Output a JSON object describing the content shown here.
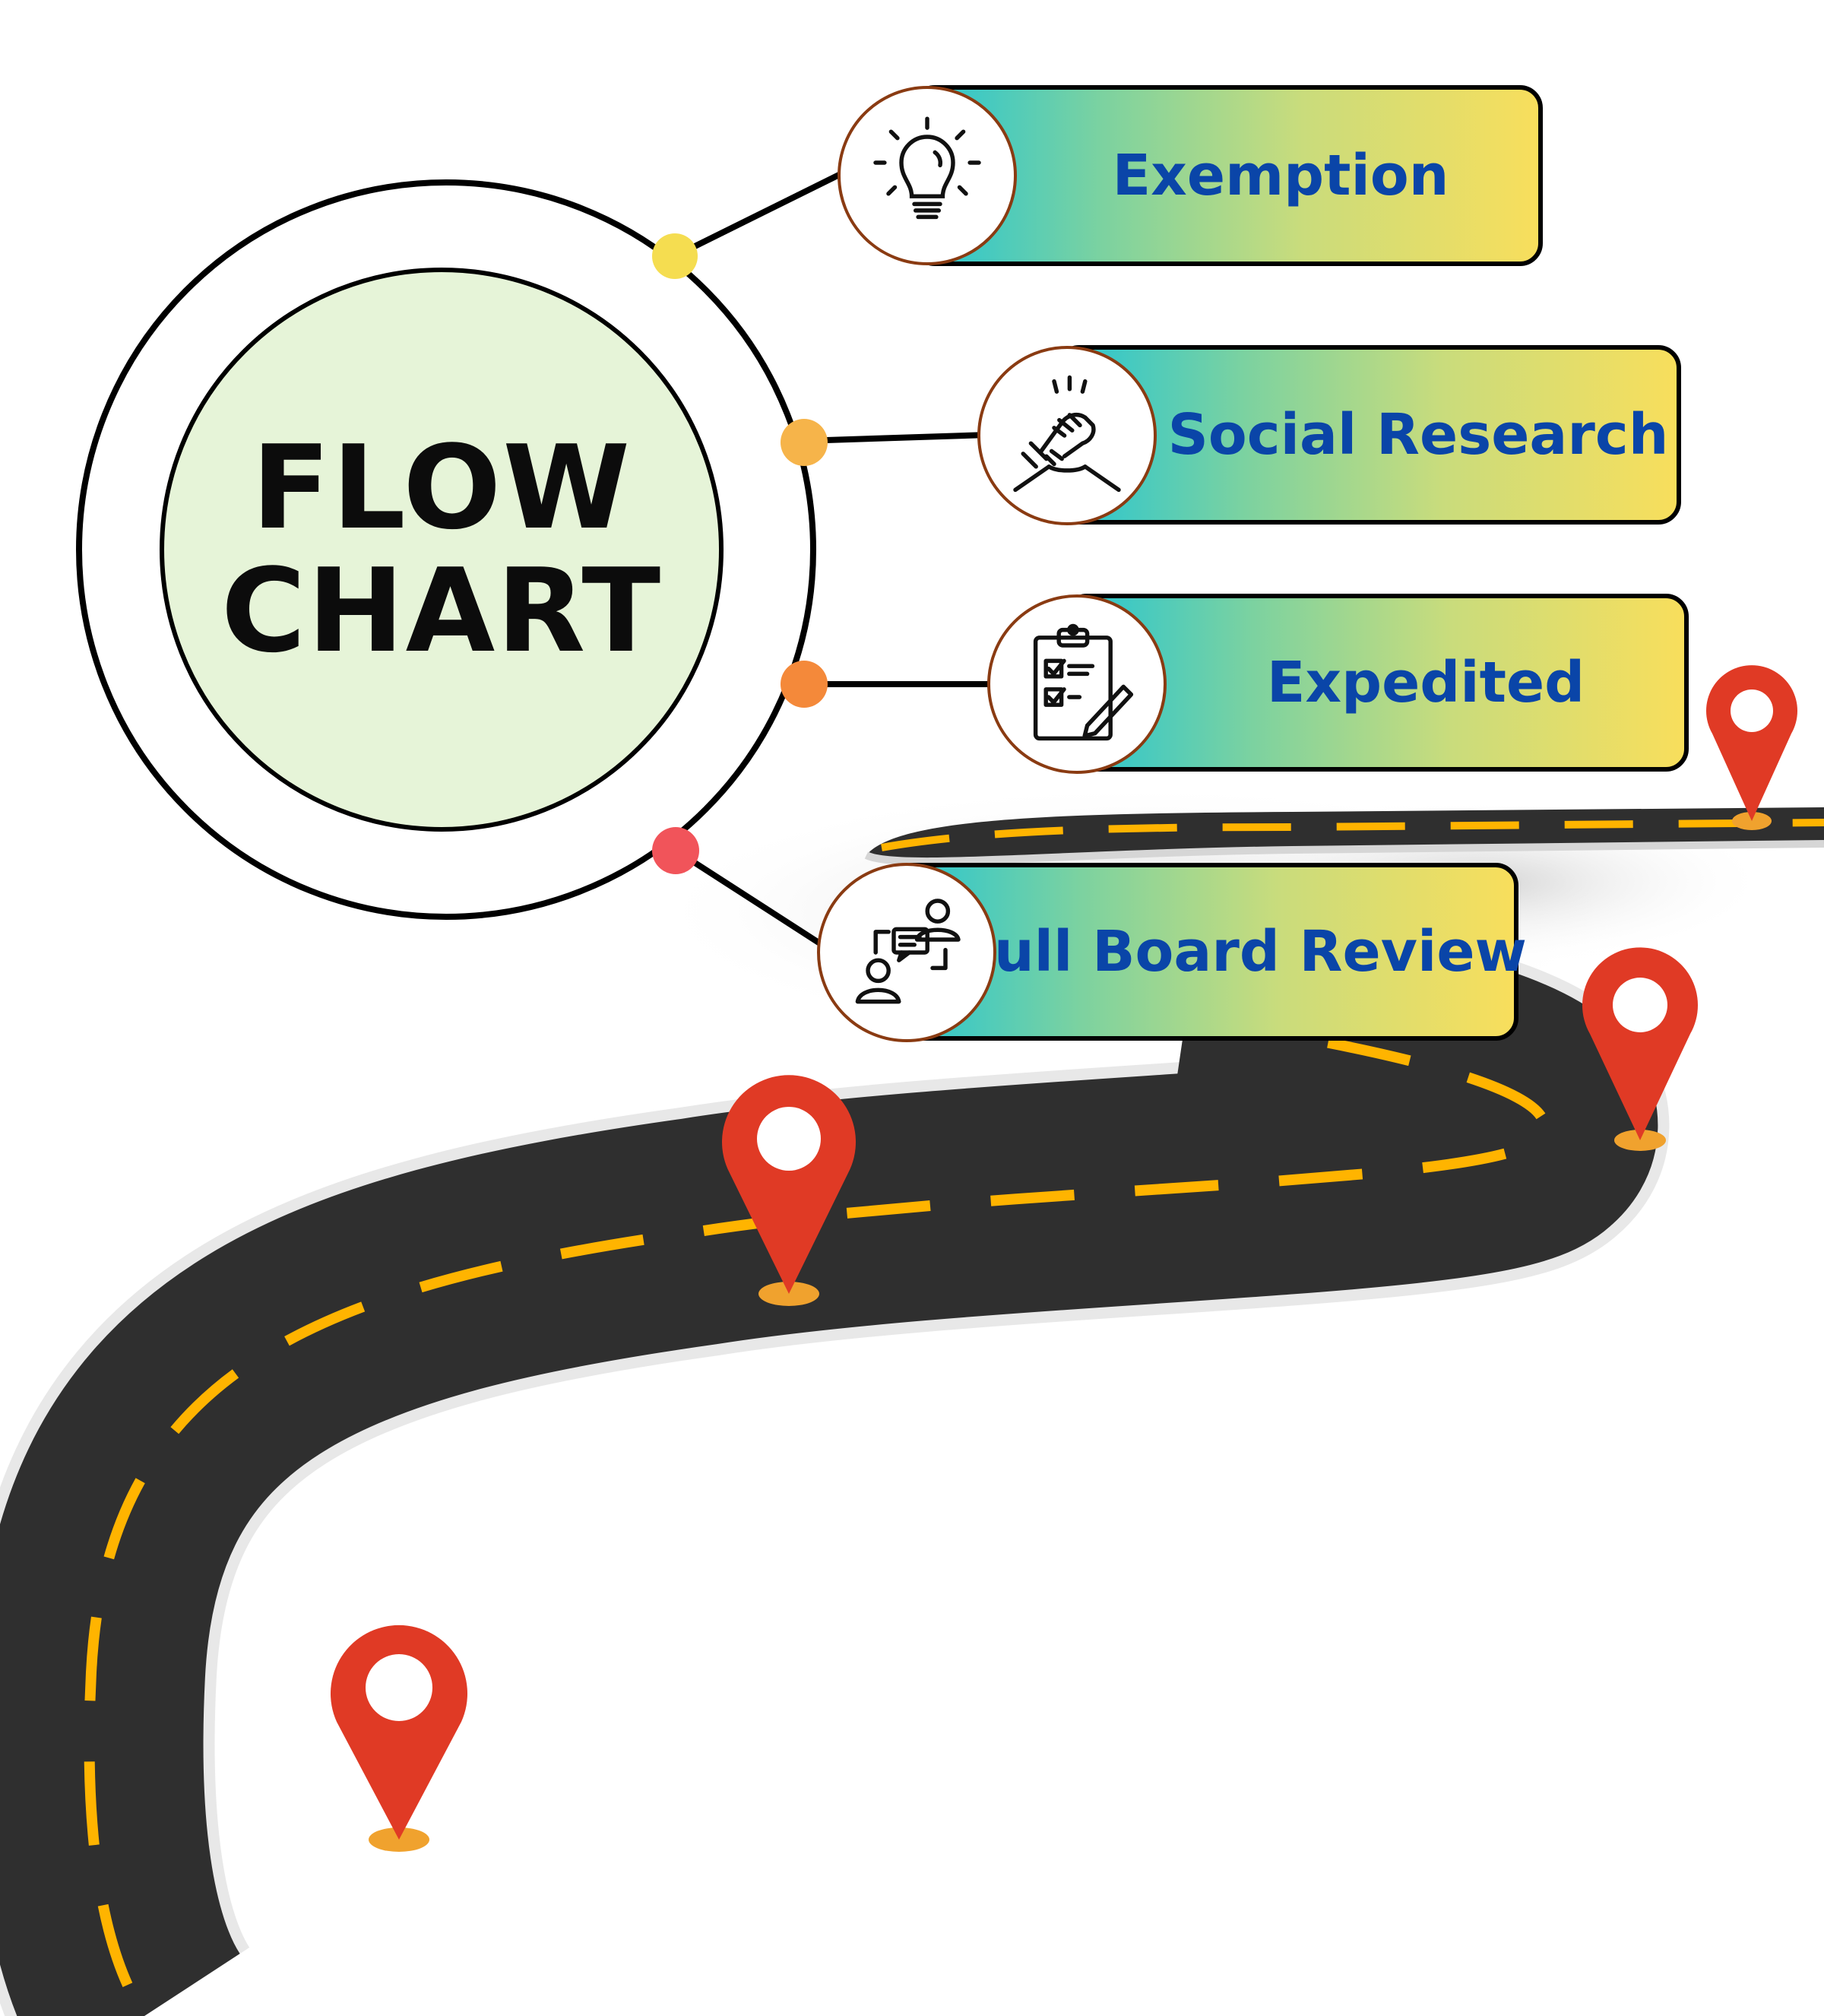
{
  "title": {
    "line1": "FLOW",
    "line2": "CHART"
  },
  "steps": [
    {
      "label": "Exemption",
      "icon": "lightbulb-icon",
      "dot_color": "#f5dd50"
    },
    {
      "label": "Social Research",
      "icon": "handshake-icon",
      "dot_color": "#f6b44a"
    },
    {
      "label": "Expedited",
      "icon": "clipboard-checklist-icon",
      "dot_color": "#f4893a"
    },
    {
      "label": "Full Board Review",
      "icon": "discussion-icon",
      "dot_color": "#f1545a"
    }
  ],
  "colors": {
    "pill_gradient_start": "#25c5d3",
    "pill_gradient_end": "#f8de5c",
    "label_text": "#0a45a8",
    "inner_circle": "#e6f4d8",
    "road": "#2f2f2f",
    "road_lane": "#ffb400",
    "pin": "#e03a25"
  },
  "road": {
    "pin_icon": "map-pin-icon",
    "pin_count": 4
  }
}
